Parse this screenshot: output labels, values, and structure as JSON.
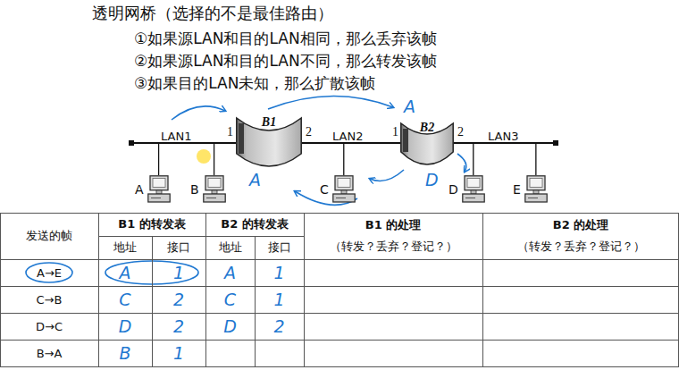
{
  "diagram": {
    "title": "透明网桥（选择的不是最佳路由）",
    "nodes": [
      {
        "text": [
          "LAN1"
        ]
      },
      {
        "text": [
          "B1"
        ]
      },
      {
        "text": [
          "LAN2"
        ]
      },
      {
        "text": [
          "B2"
        ]
      },
      {
        "text": [
          "LAN3"
        ]
      },
      {
        "text": [
          "A"
        ]
      },
      {
        "text": [
          "B"
        ]
      },
      {
        "text": [
          "C"
        ]
      },
      {
        "text": [
          "D"
        ]
      },
      {
        "text": [
          "E"
        ]
      }
    ],
    "edges": [
      {
        "from": 1,
        "to": 0,
        "label": "1",
        "arrow": "none"
      },
      {
        "from": 1,
        "to": 2,
        "label": "2",
        "arrow": "none"
      },
      {
        "from": 3,
        "to": 2,
        "label": "1",
        "arrow": "none"
      },
      {
        "from": 3,
        "to": 4,
        "label": "2",
        "arrow": "none"
      },
      {
        "from": 5,
        "to": 0,
        "arrow": "none"
      },
      {
        "from": 6,
        "to": 0,
        "arrow": "none"
      },
      {
        "from": 7,
        "to": 2,
        "arrow": "none"
      },
      {
        "from": 8,
        "to": 4,
        "arrow": "none"
      },
      {
        "from": 9,
        "to": 4,
        "arrow": "none"
      }
    ],
    "labels": [
      "①如果源LAN和目的LAN相同，那么丢弃该帧",
      "②如果源LAN和目的LAN不同，那么转发该帧",
      "③如果目的LAN未知，那么扩散该帧",
      "A",
      "A",
      "D",
      "发送的帧",
      "B1 的转发表",
      "B2 的转发表",
      "B1 的处理",
      "B2 的处理",
      "地址",
      "接口",
      "地址",
      "接口",
      "（转发？丢弃？登记？）",
      "（转发？丢弃？登记？）",
      "A→E",
      "A",
      "1",
      "A",
      "1",
      "C→B",
      "C",
      "2",
      "C",
      "1",
      "D→C",
      "D",
      "2",
      "D",
      "2",
      "B→A",
      "B",
      "1"
    ]
  }
}
